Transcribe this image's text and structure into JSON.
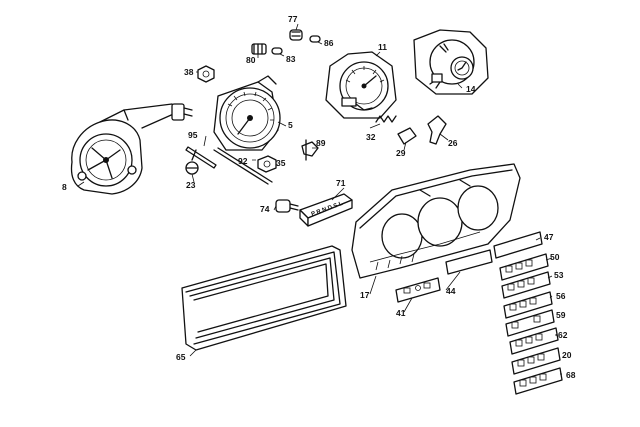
{
  "diagram": {
    "part_numbers": [
      "77",
      "86",
      "80",
      "83",
      "11",
      "38",
      "14",
      "5",
      "95",
      "32",
      "29",
      "26",
      "89",
      "92",
      "35",
      "8",
      "23",
      "71",
      "74",
      "47",
      "50",
      "53",
      "44",
      "17",
      "56",
      "59",
      "41",
      "62",
      "65",
      "20",
      "68"
    ],
    "selector_plate_text": "P R N D S L"
  }
}
